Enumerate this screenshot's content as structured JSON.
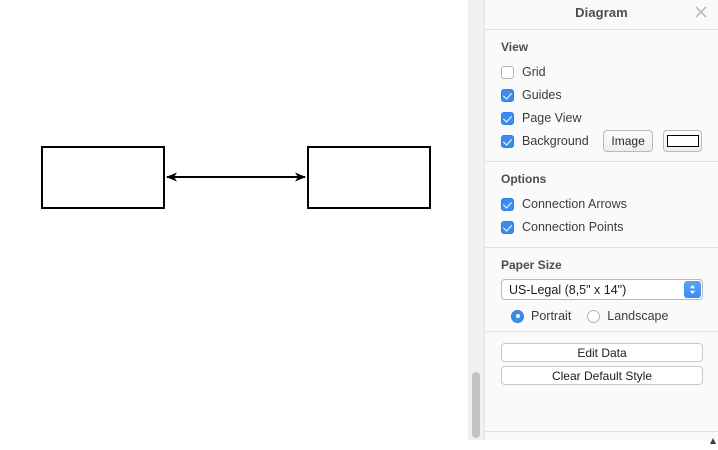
{
  "canvas": {
    "shapes": [
      {
        "name": "rectangle-left",
        "label": ""
      },
      {
        "name": "rectangle-right",
        "label": ""
      }
    ],
    "edge": {
      "name": "double-arrow-connector",
      "label": ""
    }
  },
  "panel": {
    "title": "Diagram",
    "close_icon": "close-icon",
    "sections": {
      "view": {
        "title": "View",
        "items": [
          {
            "label": "Grid",
            "checked": false
          },
          {
            "label": "Guides",
            "checked": true
          },
          {
            "label": "Page View",
            "checked": true
          },
          {
            "label": "Background",
            "checked": true
          }
        ],
        "image_button": "Image",
        "color_swatch": "#ffffff"
      },
      "options": {
        "title": "Options",
        "items": [
          {
            "label": "Connection Arrows",
            "checked": true
          },
          {
            "label": "Connection Points",
            "checked": true
          }
        ]
      },
      "paper_size": {
        "title": "Paper Size",
        "selected": "US-Legal (8,5\" x 14\")",
        "orientation": [
          {
            "label": "Portrait",
            "selected": true
          },
          {
            "label": "Landscape",
            "selected": false
          }
        ]
      },
      "actions": {
        "edit_data": "Edit Data",
        "clear_default_style": "Clear Default Style"
      }
    }
  },
  "colors": {
    "accent_blue": "#3b8cf0",
    "panel_bg": "#fafafa",
    "canvas_bg": "#ffffff",
    "shape_stroke": "#000000",
    "text": "#3c3c3c",
    "heading": "#4d4d4d"
  }
}
